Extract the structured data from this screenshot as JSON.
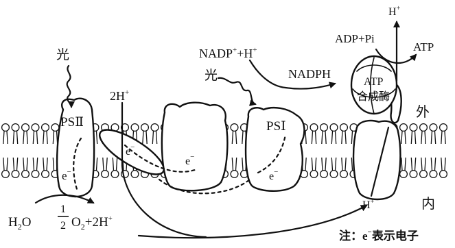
{
  "labels": {
    "light_left": "光",
    "light_right": "光",
    "psii": "PSⅡ",
    "psi": "PSⅠ",
    "h2o": "H",
    "h2o_sub": "2",
    "h2o_tail": "O",
    "frac_num": "1",
    "frac_den": "2",
    "o2_prefix": "O",
    "o2_sub": "2",
    "o2_suffix": "+2H",
    "plus_sup": "+",
    "two_h": "2H",
    "nadp": "NADP",
    "nadp_tail": "+H",
    "nadph": "NADPH",
    "adp": "ADP+Pi",
    "atp": "ATP",
    "h_top": "H",
    "h_bottom": "H",
    "atp_synthase_line1": "ATP",
    "atp_synthase_line2": "合成酶",
    "outside": "外",
    "inside": "内",
    "electron": "e",
    "electron_sup": "−",
    "note": "注：e",
    "note_tail": "表示电子"
  }
}
